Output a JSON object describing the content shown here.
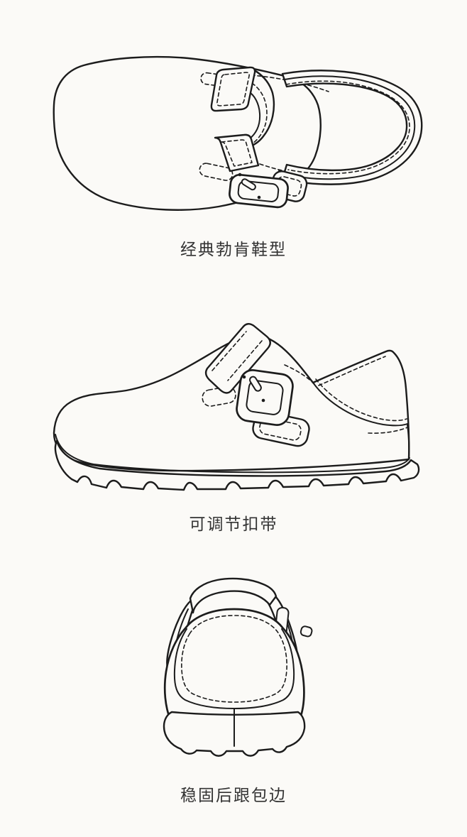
{
  "page": {
    "bg_color": "#fbfaf7",
    "line_color": "#1c1c1c",
    "text_color": "#333333"
  },
  "figures": [
    {
      "id": "clog-top-view",
      "caption": "经典勃肯鞋型"
    },
    {
      "id": "clog-side-view",
      "caption": "可调节扣带"
    },
    {
      "id": "clog-back-view",
      "caption": "稳固后跟包边"
    }
  ]
}
